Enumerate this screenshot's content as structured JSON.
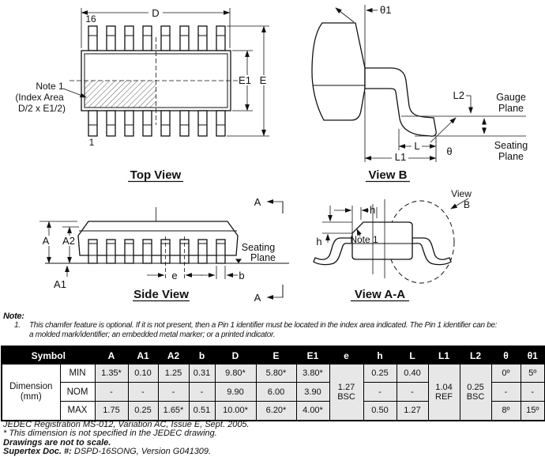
{
  "top_view": {
    "title": "Top View",
    "d": "D",
    "pin16": "16",
    "pin1": "1",
    "note1_l1": "Note 1",
    "note1_l2": "(Index Area",
    "note1_l3": "D/2 x E1/2)",
    "e1": "E1",
    "e": "E"
  },
  "view_b": {
    "title": "View B",
    "theta1": "θ1",
    "l2": "L2",
    "gauge1": "Gauge",
    "gauge2": "Plane",
    "l": "L",
    "l1": "L1",
    "theta": "θ",
    "seating1": "Seating",
    "seating2": "Plane"
  },
  "side_view": {
    "title": "Side View",
    "a": "A",
    "a2": "A2",
    "a1": "A1",
    "e": "e",
    "b": "b",
    "seating1": "Seating",
    "seating2": "Plane",
    "section_a_top": "A",
    "section_a_bottom": "A"
  },
  "view_aa": {
    "title": "View A-A",
    "h_top": "h",
    "h_left": "h",
    "note1": "Note 1",
    "ref1": "View",
    "ref2": "B"
  },
  "note": {
    "heading": "Note:",
    "num": "1.",
    "line1": "This chamfer feature is optional. If it is not present, then a Pin 1 identifier must be located in the index area indicated. The Pin 1 identifier can be:",
    "line2": "a molded mark/identifier; an embedded metal marker; or a printed indicator."
  },
  "table": {
    "symbol": "Symbol",
    "dim1": "Dimension",
    "dim2": "(mm)",
    "cols": [
      "A",
      "A1",
      "A2",
      "b",
      "D",
      "E",
      "E1",
      "e",
      "h",
      "L",
      "L1",
      "L2",
      "θ",
      "θ1"
    ],
    "min": {
      "label": "MIN",
      "A": "1.35*",
      "A1": "0.10",
      "A2": "1.25",
      "b": "0.31",
      "D": "9.80*",
      "E": "5.80*",
      "E1": "3.80*",
      "h": "0.25",
      "L": "0.40",
      "th": "0º",
      "th1": "5º"
    },
    "nom": {
      "label": "NOM",
      "A": "-",
      "A1": "-",
      "A2": "-",
      "b": "-",
      "D": "9.90",
      "E": "6.00",
      "E1": "3.90",
      "h": "-",
      "L": "-",
      "th": "-",
      "th1": "-"
    },
    "max": {
      "label": "MAX",
      "A": "1.75",
      "A1": "0.25",
      "A2": "1.65*",
      "b": "0.51",
      "D": "10.00*",
      "E": "6.20*",
      "E1": "4.00*",
      "h": "0.50",
      "L": "1.27",
      "th": "8º",
      "th1": "15º"
    },
    "e_bsc": "1.27 BSC",
    "l1_ref": "1.04 REF",
    "l2_bsc": "0.25 BSC"
  },
  "footer": {
    "line1": "JEDEC Registration MS-012, Variation AC, Issue E, Sept. 2005.",
    "line2": "* This dimension is not specified in the JEDEC drawing.",
    "line3": "Drawings are not to scale.",
    "line4_label": "Supertex Doc. #:",
    "line4_rest": " DSPD-16SONG, Version G041309."
  }
}
